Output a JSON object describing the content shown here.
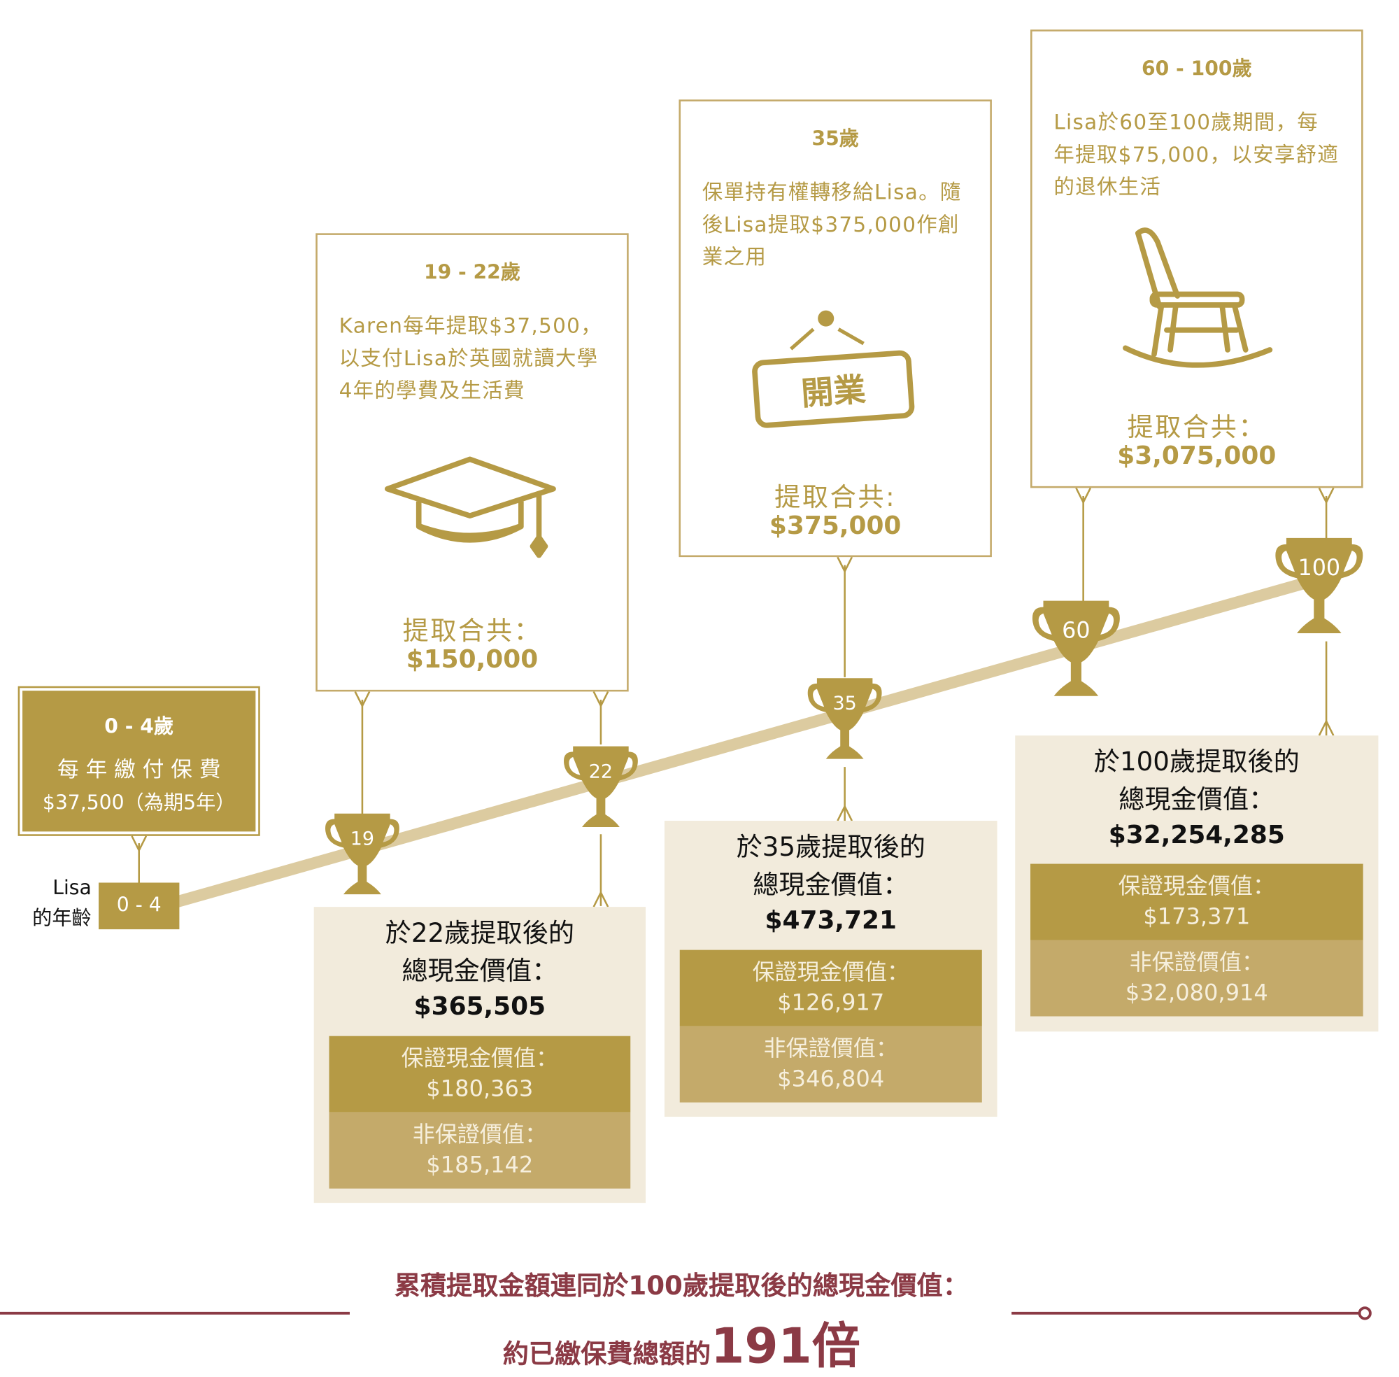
{
  "person_label": [
    "Lisa",
    "的年齡"
  ],
  "start_age": "0 - 4",
  "pay_box": {
    "title": "0 - 4歲",
    "line1": "每 年 繳 付 保 費",
    "line2": "$37,500（為期5年）"
  },
  "milestones": [
    {
      "title": "19 - 22歲",
      "desc": "Karen每年提取$37,500，以支付Lisa於英國就讀大學4年的學費及生活費",
      "icon": "graduation-cap-icon",
      "sum_label": "提取合共：",
      "sum": "$150,000"
    },
    {
      "title": "35歲",
      "desc": "保單持有權轉移給Lisa。隨後Lisa提取$375,000作創業之用",
      "icon": "open-sign-icon",
      "sign_text": "開業",
      "sum_label": "提取合共:",
      "sum": "$375,000"
    },
    {
      "title": "60 - 100歲",
      "desc": "Lisa於60至100歲期間，每年提取$75,000，以安享舒適的退休生活",
      "icon": "rocking-chair-icon",
      "sum_label": "提取合共：",
      "sum": "$3,075,000"
    }
  ],
  "trophies": [
    "19",
    "22",
    "35",
    "60",
    "100"
  ],
  "values": [
    {
      "heading": [
        "於22歲提取後的",
        "總現金價值："
      ],
      "total": "$365,505",
      "g_label": "保證現金價值：",
      "g_val": "$180,363",
      "ng_label": "非保證價值：",
      "ng_val": "$185,142"
    },
    {
      "heading": [
        "於35歲提取後的",
        "總現金價值："
      ],
      "total": "$473,721",
      "g_label": "保證現金價值：",
      "g_val": "$126,917",
      "ng_label": "非保證價值：",
      "ng_val": "$346,804"
    },
    {
      "heading": [
        "於100歲提取後的",
        "總現金價值："
      ],
      "total": "$32,254,285",
      "g_label": "保證現金價值：",
      "g_val": "$173,371",
      "ng_label": "非保證價值：",
      "ng_val": "$32,080,914"
    }
  ],
  "summary": {
    "line1": "累積提取金額連同於100歲提取後的總現金價值：",
    "line2_prefix": "約已繳保費總額的",
    "multiple": "191倍"
  },
  "colors": {
    "gold": "#b59a45",
    "light_gold": "#c4aa6a",
    "cream": "#f2ebdc",
    "track": "#dccba0",
    "maroon": "#8b3a45"
  }
}
